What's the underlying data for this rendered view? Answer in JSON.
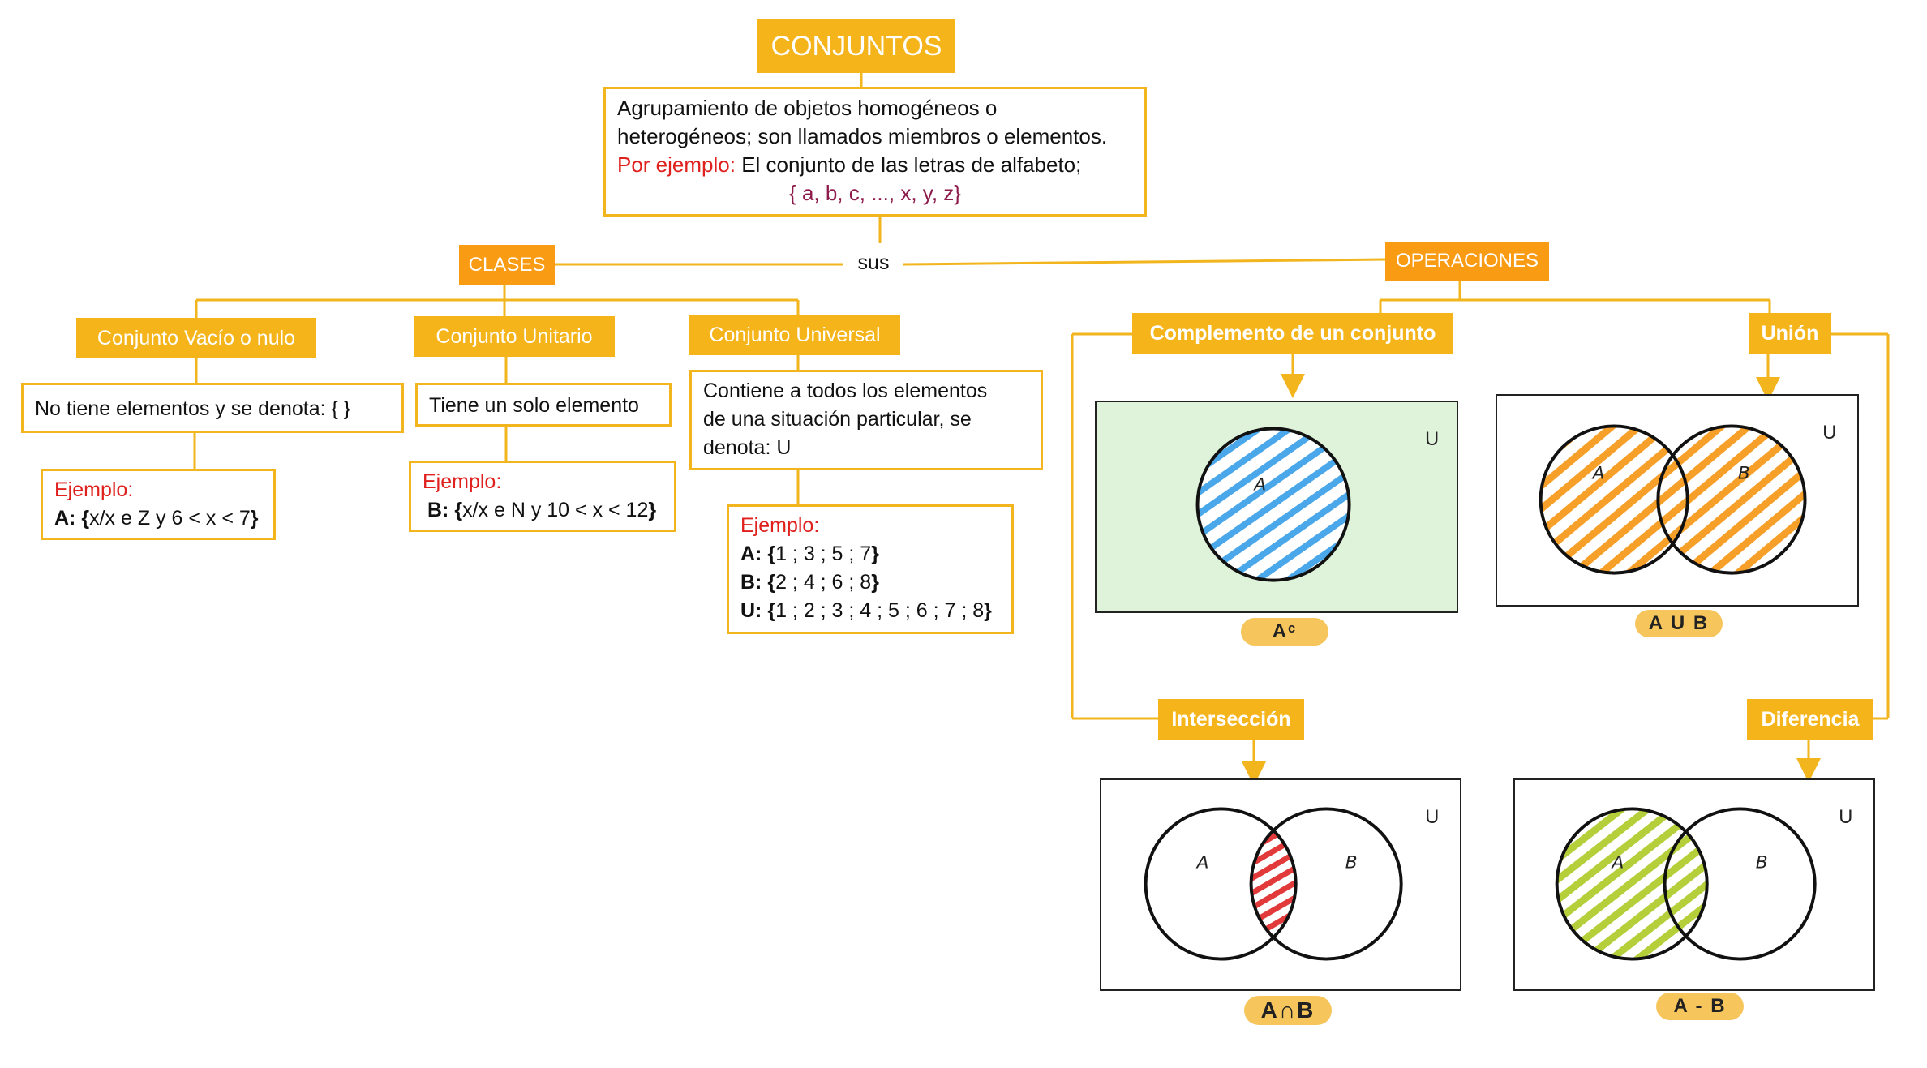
{
  "title": "CONJUNTOS",
  "definition": {
    "line1": "Agrupamiento de objetos homogéneos o",
    "line2": "heterogéneos; son llamados miembros o elementos.",
    "example_label": "Por ejemplo:",
    "example_text": " El conjunto de las letras de alfabeto;",
    "example_set": "{ a, b, c, ..., x, y, z}"
  },
  "connector_word": "sus",
  "clases": {
    "label": "CLASES",
    "vacio": {
      "title": "Conjunto Vacío o nulo",
      "desc": "No tiene elementos y se denota: {  }",
      "example_label": "Ejemplo:",
      "example_var": "A:",
      "example_open": " {",
      "example_body": "x/x e Z y 6 < x < 7",
      "example_close": "}"
    },
    "unitario": {
      "title": "Conjunto Unitario",
      "desc": "Tiene un solo elemento",
      "example_label": "Ejemplo:",
      "example_var": "B:",
      "example_open": " {",
      "example_body": "x/x e N y 10 < x < 12",
      "example_close": "}"
    },
    "universal": {
      "title": "Conjunto Universal",
      "desc_line1": "Contiene a todos los elementos",
      "desc_line2": "de una situación particular, se",
      "desc_line3": "denota: U",
      "example_label": "Ejemplo:",
      "rows": [
        {
          "var": "A:",
          "open": " {",
          "body": "1 ; 3 ; 5 ; 7",
          "close": "}"
        },
        {
          "var": "B:",
          "open": " {",
          "body": "2 ; 4 ; 6 ; 8",
          "close": "}"
        },
        {
          "var": "U:",
          "open": " {",
          "body": "1 ; 2 ; 3 ; 4 ; 5 ; 6 ; 7 ; 8",
          "close": "}"
        }
      ]
    }
  },
  "operaciones": {
    "label": "OPERACIONES",
    "complemento": {
      "title": "Complemento de un conjunto",
      "caption": "Aᶜ",
      "universe": "U",
      "set_a": "A"
    },
    "union": {
      "title": "Unión",
      "caption": "A U B",
      "universe": "U",
      "set_a": "A",
      "set_b": "B"
    },
    "interseccion": {
      "title": "Intersección",
      "caption": "A∩B",
      "universe": "U",
      "set_a": "A",
      "set_b": "B"
    },
    "diferencia": {
      "title": "Diferencia",
      "caption": "A - B",
      "universe": "U",
      "set_a": "A",
      "set_b": "B"
    }
  },
  "colors": {
    "header_yellow": "#f4b41a",
    "header_orange": "#fa9b14",
    "border": "#f2b51e",
    "highlight_red": "#e0201c",
    "set_purple": "#8c1a4a",
    "complement_bg": "#dff2da",
    "hatch_blue": "#4aa7ea",
    "hatch_orange": "#f6a02a",
    "hatch_red": "#e23a3a",
    "hatch_green": "#b4cf3a"
  }
}
